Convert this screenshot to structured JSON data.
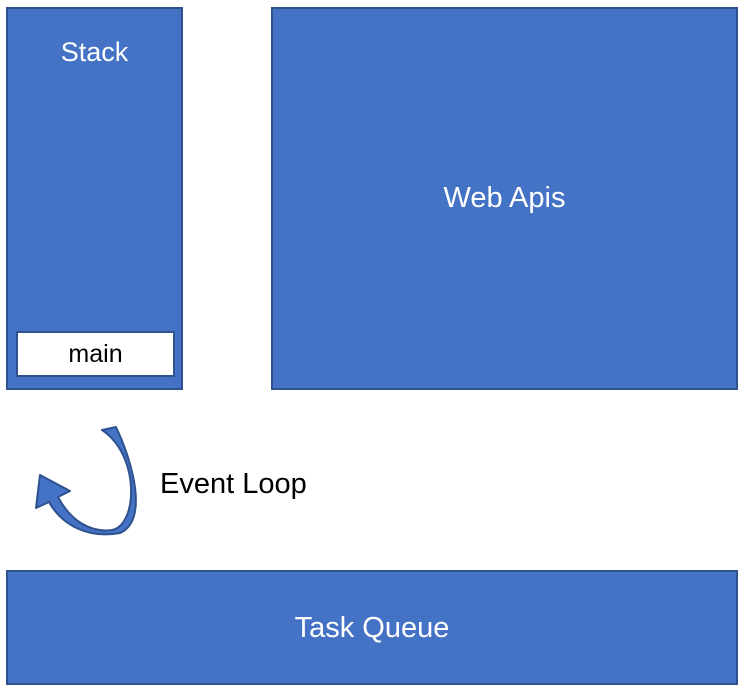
{
  "diagram": {
    "stack": {
      "title": "Stack",
      "frames": [
        "main"
      ]
    },
    "web_apis": {
      "title": "Web Apis"
    },
    "event_loop": {
      "label": "Event Loop"
    },
    "task_queue": {
      "title": "Task Queue"
    }
  },
  "colors": {
    "box_fill": "#4472c4",
    "box_border": "#2f528f",
    "box_text": "#ffffff",
    "frame_fill": "#ffffff",
    "label_text": "#000000"
  },
  "icons": {
    "loop_arrow": "curved-arrow-icon"
  }
}
